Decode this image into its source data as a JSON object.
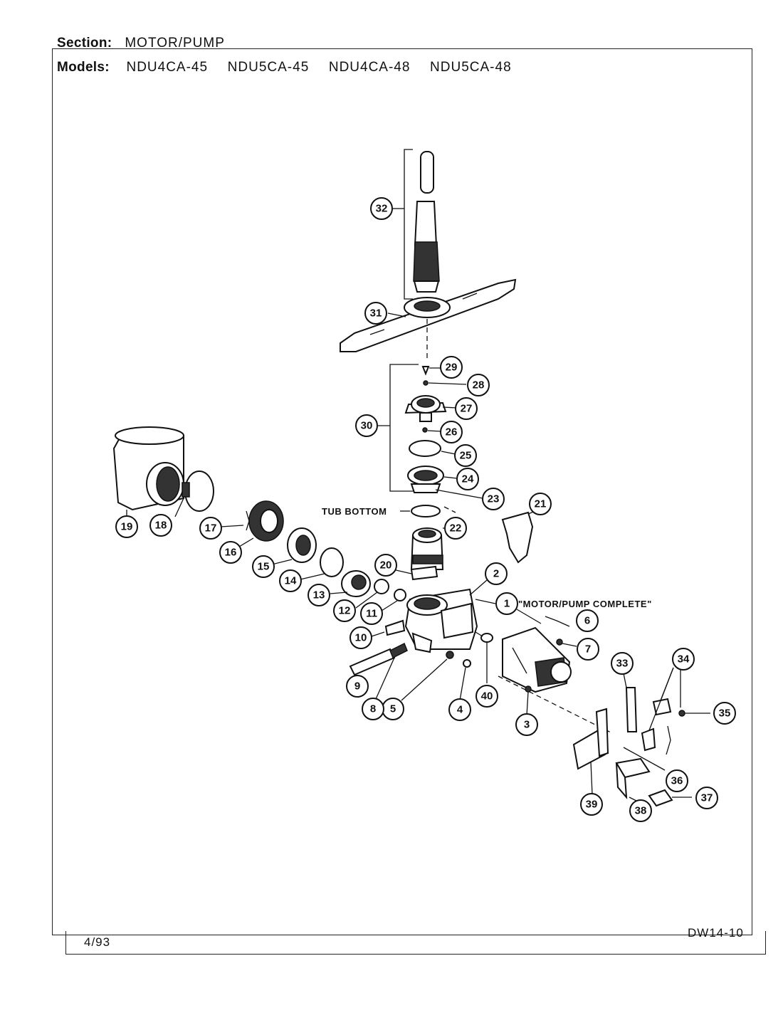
{
  "header": {
    "section_label": "Section:",
    "section_value": "MOTOR/PUMP",
    "models_label": "Models:",
    "models": [
      "NDU4CA-45",
      "NDU5CA-45",
      "NDU4CA-48",
      "NDU5CA-48"
    ]
  },
  "annotations": {
    "tub_bottom": "TUB BOTTOM",
    "motor_pump_complete": "\"MOTOR/PUMP COMPLETE\""
  },
  "callouts": [
    "1",
    "2",
    "3",
    "4",
    "5",
    "6",
    "7",
    "8",
    "9",
    "10",
    "11",
    "12",
    "13",
    "14",
    "15",
    "16",
    "17",
    "18",
    "19",
    "20",
    "21",
    "22",
    "23",
    "24",
    "25",
    "26",
    "27",
    "28",
    "29",
    "30",
    "31",
    "32",
    "33",
    "34",
    "35",
    "36",
    "37",
    "38",
    "39",
    "40"
  ],
  "footer": {
    "date": "4/93",
    "code": "DW14-10"
  }
}
